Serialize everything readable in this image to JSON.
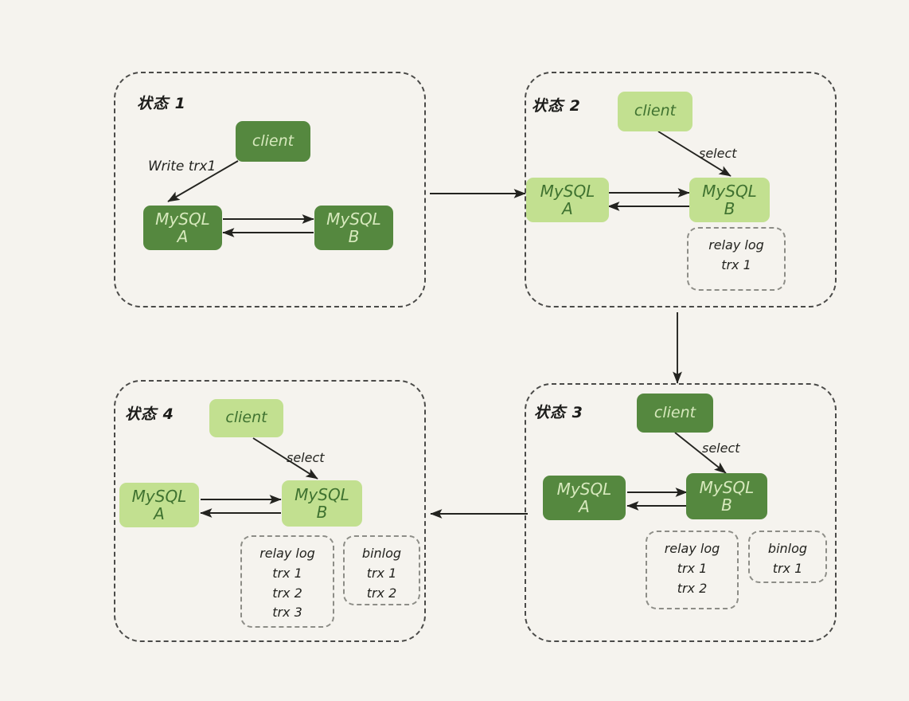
{
  "diagram": {
    "title": "MySQL master-slave replication state progression",
    "background_color": "#f5f3ee",
    "colors": {
      "dark_green": "#55883f",
      "dark_green_text": "#d7e9bd",
      "light_green": "#c2e090",
      "light_green_text": "#3f7230",
      "panel_border": "#4a4a48",
      "log_border": "#8d8d87",
      "arrow": "#23231f"
    }
  },
  "panels": [
    {
      "id": "state1",
      "title": "状态 1",
      "client": {
        "label": "client",
        "tone": "dark"
      },
      "db_a": {
        "l1": "MySQL",
        "l2": "A",
        "tone": "dark"
      },
      "db_b": {
        "l1": "MySQL",
        "l2": "B",
        "tone": "dark"
      },
      "client_edge_label": "Write trx1",
      "logs": []
    },
    {
      "id": "state2",
      "title": "状态 2",
      "client": {
        "label": "client",
        "tone": "light"
      },
      "db_a": {
        "l1": "MySQL",
        "l2": "A",
        "tone": "light"
      },
      "db_b": {
        "l1": "MySQL",
        "l2": "B",
        "tone": "light"
      },
      "client_edge_label": "select",
      "logs": [
        {
          "name": "relay log",
          "entries": [
            "trx 1"
          ]
        }
      ]
    },
    {
      "id": "state3",
      "title": "状态 3",
      "client": {
        "label": "client",
        "tone": "dark"
      },
      "db_a": {
        "l1": "MySQL",
        "l2": "A",
        "tone": "dark"
      },
      "db_b": {
        "l1": "MySQL",
        "l2": "B",
        "tone": "dark"
      },
      "client_edge_label": "select",
      "logs": [
        {
          "name": "relay log",
          "entries": [
            "trx 1",
            "trx 2"
          ]
        },
        {
          "name": "binlog",
          "entries": [
            "trx 1"
          ]
        }
      ]
    },
    {
      "id": "state4",
      "title": "状态 4",
      "client": {
        "label": "client",
        "tone": "light"
      },
      "db_a": {
        "l1": "MySQL",
        "l2": "A",
        "tone": "light"
      },
      "db_b": {
        "l1": "MySQL",
        "l2": "B",
        "tone": "light"
      },
      "client_edge_label": "select",
      "logs": [
        {
          "name": "relay log",
          "entries": [
            "trx 1",
            "trx 2",
            "trx 3"
          ]
        },
        {
          "name": "binlog",
          "entries": [
            "trx 1",
            "trx 2"
          ]
        }
      ]
    }
  ],
  "flow_arrows": [
    {
      "id": "s1-to-s2",
      "direction": "right"
    },
    {
      "id": "s2-to-s3",
      "direction": "down"
    },
    {
      "id": "s3-to-s4",
      "direction": "left"
    }
  ]
}
